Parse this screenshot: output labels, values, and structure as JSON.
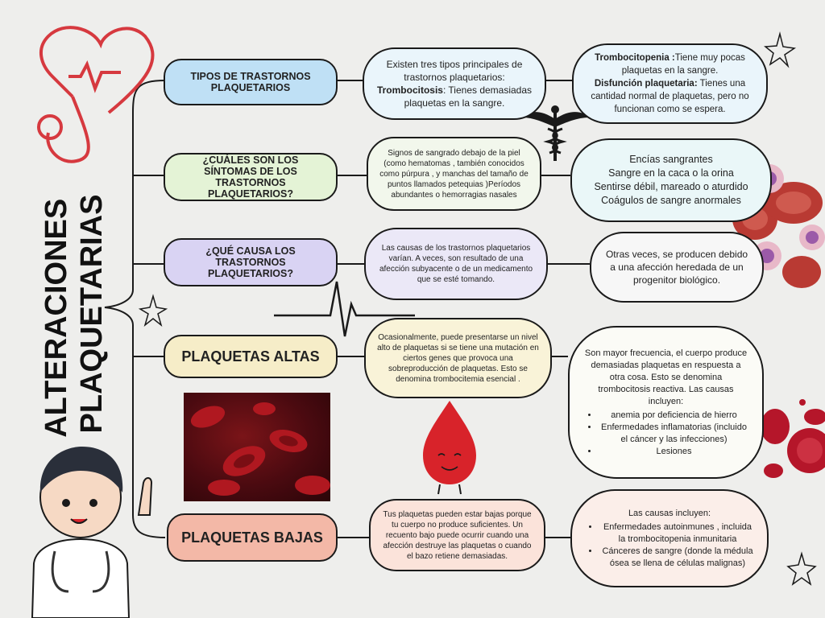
{
  "title": "ALTERACIONES PLAQUETARIAS",
  "topics": [
    {
      "label": "TIPOS DE TRASTORNOS PLAQUETARIOS",
      "color": "#bfe0f5"
    },
    {
      "label": "¿CUÁLES SON LOS SÍNTOMAS DE LOS TRASTORNOS PLAQUETARIOS?",
      "color": "#e4f3d6"
    },
    {
      "label": "¿QUÉ CAUSA LOS TRASTORNOS PLAQUETARIOS?",
      "color": "#d9d3f3"
    },
    {
      "label": "PLAQUETAS ALTAS",
      "color": "#f6edc8"
    },
    {
      "label": "PLAQUETAS BAJAS",
      "color": "#f3b8a7"
    }
  ],
  "tipos": {
    "intro": "Existen tres tipos principales de trastornos plaquetarios:",
    "t1_name": "Trombocitosis",
    "t1_desc": ": Tienes demasiadas plaquetas en la sangre.",
    "t2_name": "Trombocitopenia :",
    "t2_desc": "Tiene muy pocas plaquetas en la sangre.",
    "t3_name": "Disfunción plaquetaria:",
    "t3_desc": " Tienes una cantidad normal de plaquetas, pero no funcionan como se espera."
  },
  "sintomas": {
    "desc": "Signos de sangrado debajo de la piel (como hematomas , también conocidos como púrpura , y manchas del tamaño de puntos llamados petequias )Períodos abundantes o hemorragias nasales",
    "list": [
      "Encías sangrantes",
      "Sangre en la caca o la orina",
      "Sentirse débil, mareado o aturdido",
      "Coágulos de sangre anormales"
    ]
  },
  "causa": {
    "desc": "Las causas de los trastornos plaquetarios varían. A veces, son resultado de una afección subyacente o de un medicamento que se esté tomando.",
    "extra": "Otras veces, se producen debido a una afección heredada de un progenitor biológico."
  },
  "altas": {
    "desc": "Ocasionalmente, puede presentarse un nivel alto de plaquetas si se tiene una mutación en ciertos genes que provoca una sobreproducción de plaquetas. Esto se denomina trombocitemia esencial .",
    "extra": "Son mayor frecuencia, el cuerpo produce demasiadas plaquetas en respuesta a otra cosa. Esto se denomina trombocitosis reactiva. Las causas incluyen:",
    "causes": [
      "anemia por deficiencia de hierro",
      "Enfermedades inflamatorias (incluido el cáncer y las infecciones)",
      "Lesiones"
    ]
  },
  "bajas": {
    "desc": "Tus plaquetas pueden estar bajas porque tu cuerpo no produce suficientes. Un recuento bajo puede ocurrir cuando una afección destruye las plaquetas o cuando el bazo retiene demasiadas.",
    "intro": "Las causas incluyen:",
    "causes": [
      "Enfermedades autoinmunes , incluida la trombocitopenia inmunitaria",
      "Cánceres de sangre (donde la médula ósea se llena de células malignas)"
    ]
  }
}
